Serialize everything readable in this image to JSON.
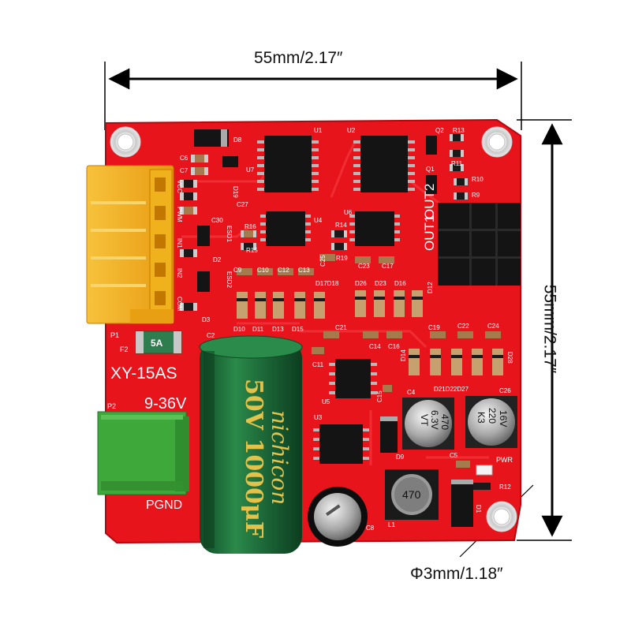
{
  "dimensions": {
    "width_label": "55mm/2.17″",
    "height_label": "55mm/2.17″",
    "hole_label": "Φ3mm/1.18″"
  },
  "board": {
    "model": "XY-15AS",
    "voltage": "9-36V",
    "pgnd": "PGND",
    "out1": "OUT1",
    "out2": "OUT2",
    "pwr": "PWR",
    "esd1": "ESD1",
    "esd2": "ESD2",
    "connector_p1": "P1",
    "connector_p2": "P2",
    "pin_labels": [
      "VCC",
      "PWM",
      "IN1",
      "IN2",
      "COM"
    ],
    "fuse_f2": "F2",
    "fuse_text": "5A",
    "capacitor_brand": "nichicon",
    "capacitor_spec": "50V 1000μF",
    "cap_c4": [
      "470",
      "6.3V",
      "VT"
    ],
    "cap_c26": [
      "K3",
      "220",
      "16V"
    ],
    "inductor_value": "470",
    "colors": {
      "pcb": "#e8141c",
      "terminal_yellow": "#f5b020",
      "terminal_green": "#3ea83a",
      "cap_green": "#1e6b3a"
    }
  },
  "designators": {
    "u1": "U1",
    "u2": "U2",
    "u3": "U3",
    "u4": "U4",
    "u5": "U5",
    "u6": "U6",
    "u7": "U7",
    "q1": "Q1",
    "q2": "Q2",
    "r9": "R9",
    "r10": "R10",
    "r11": "R11",
    "r12": "R12",
    "r13": "R13",
    "r14": "R14",
    "r15": "R15",
    "r16": "R16",
    "r19": "R19",
    "c2": "C2",
    "c5": "C5",
    "c6": "C6",
    "c7": "C7",
    "c8": "C8",
    "c9": "C9",
    "c10": "C10",
    "c11": "C11",
    "c12": "C12",
    "c13": "C13",
    "c14": "C14",
    "c15": "C15",
    "c16": "C16",
    "c17": "C17",
    "c19": "C19",
    "c21": "C21",
    "c22": "C22",
    "c23": "C23",
    "c24": "C24",
    "c25": "C25",
    "c26": "C26",
    "c27": "C27",
    "c30": "C30",
    "c4": "C4",
    "d1": "D1",
    "d2": "D2",
    "d3": "D3",
    "d8": "D8",
    "d9": "D9",
    "d10": "D10",
    "d11": "D11",
    "d12": "D12",
    "d13": "D13",
    "d14": "D14",
    "d15": "D15",
    "d16": "D16",
    "d17d18": "D17D18",
    "d19": "D19",
    "d23": "D23",
    "d26": "D26",
    "d28": "D28",
    "d21d22d27": "D21D22D27",
    "l1": "L1"
  }
}
